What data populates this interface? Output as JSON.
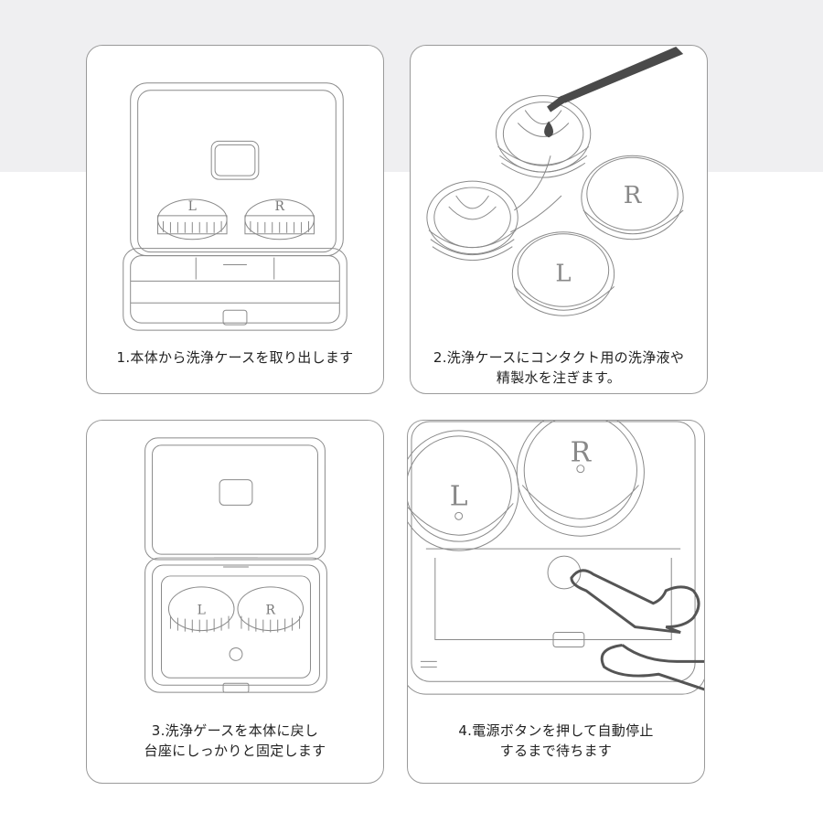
{
  "steps": [
    {
      "lines": [
        "1.本体から洗浄ケースを取り出します"
      ]
    },
    {
      "lines": [
        "2.洗浄ケースにコンタクト用の洗浄液や",
        "精製水を注ぎます。"
      ]
    },
    {
      "lines": [
        "3.洗浄ゲースを本体に戻し",
        "台座にしっかりと固定します"
      ]
    },
    {
      "lines": [
        "4.電源ボタンを押して自動停止",
        "するまで待ちます"
      ]
    }
  ],
  "lens_marks": {
    "left": "L",
    "right": "R"
  },
  "colors": {
    "band": "#efeff1",
    "line": "#777777",
    "dropper": "#4a4a4a",
    "border": "#9a9a9a"
  }
}
